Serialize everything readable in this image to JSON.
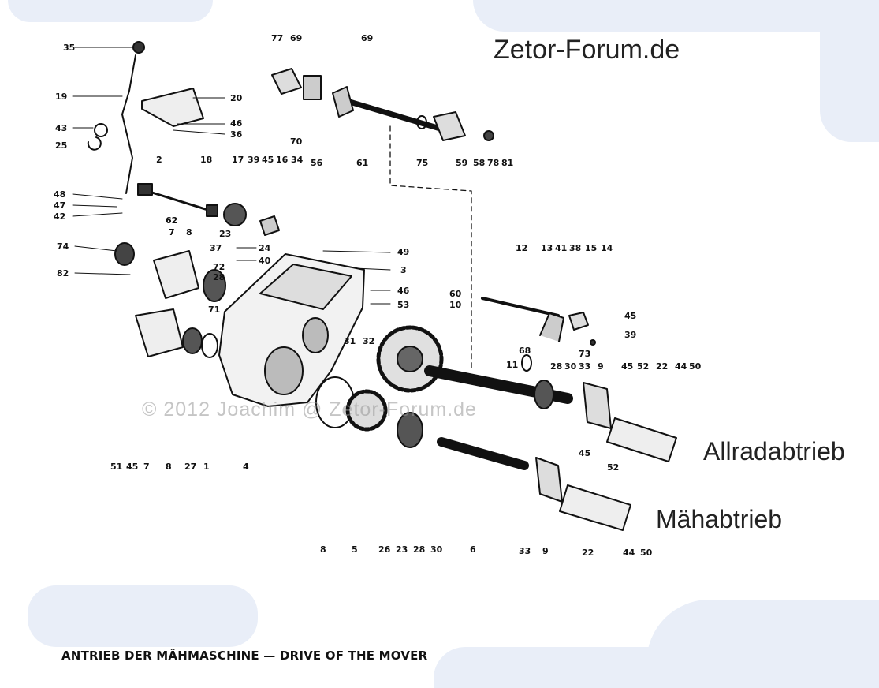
{
  "site_label": "Zetor-Forum.de",
  "watermark": "© 2012 Joachim @ Zetor-Forum.de",
  "label_allrad": "Allradabtrieb",
  "label_maeh": "Mähabtrieb",
  "caption": "ANTRIEB DER MÄHMASCHINE — DRIVE OF THE MOVER",
  "part_numbers": [
    "35",
    "19",
    "20",
    "43",
    "25",
    "46",
    "36",
    "2",
    "18",
    "17",
    "39",
    "45",
    "16",
    "34",
    "48",
    "47",
    "42",
    "23",
    "74",
    "62",
    "7",
    "8",
    "37",
    "24",
    "40",
    "82",
    "72",
    "28",
    "71",
    "49",
    "3",
    "77",
    "69",
    "70",
    "56",
    "69",
    "61",
    "75",
    "59",
    "58",
    "78",
    "81",
    "60",
    "10",
    "46",
    "53",
    "31",
    "32",
    "51",
    "45",
    "7",
    "8",
    "27",
    "1",
    "4",
    "68",
    "11",
    "12",
    "13",
    "41",
    "38",
    "15",
    "14",
    "45",
    "39",
    "73",
    "28",
    "30",
    "33",
    "9",
    "45",
    "52",
    "22",
    "44",
    "50",
    "8",
    "5",
    "26",
    "23",
    "28",
    "30",
    "6",
    "33",
    "9",
    "45",
    "52",
    "22",
    "44",
    "50"
  ]
}
